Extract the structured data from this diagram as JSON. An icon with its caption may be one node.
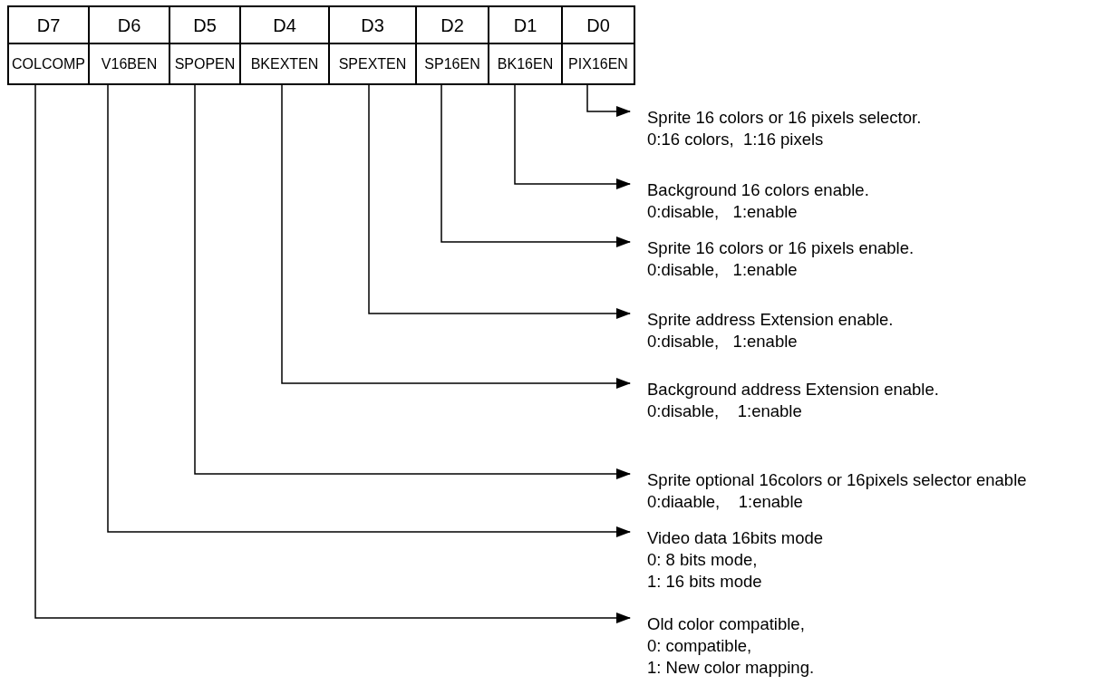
{
  "diagram": {
    "nodes": [
      {
        "text": [
          "COLCOMP"
        ]
      },
      {
        "text": [
          "V16BEN"
        ]
      },
      {
        "text": [
          "SPOPEN"
        ]
      },
      {
        "text": [
          "BKEXTEN"
        ]
      },
      {
        "text": [
          "SPEXTEN"
        ]
      },
      {
        "text": [
          "SP16EN"
        ]
      },
      {
        "text": [
          "BK16EN"
        ]
      },
      {
        "text": [
          "PIX16EN"
        ]
      },
      {
        "text": [
          "Sprite 16 colors or 16 pixels selector.",
          "0:16 colors,  1:16 pixels"
        ]
      },
      {
        "text": [
          "Background 16 colors enable.",
          "0:disable,   1:enable"
        ]
      },
      {
        "text": [
          "Sprite 16 colors or 16 pixels enable.",
          "0:disable,   1:enable"
        ]
      },
      {
        "text": [
          "Sprite address Extension enable.",
          "0:disable,   1:enable"
        ]
      },
      {
        "text": [
          "Background address Extension enable.",
          "0:disable,    1:enable"
        ]
      },
      {
        "text": [
          "Sprite optional 16colors or 16pixels selector enable",
          "0:diaable,    1:enable"
        ]
      },
      {
        "text": [
          "Video data 16bits mode",
          "0: 8 bits mode,",
          "1: 16 bits mode"
        ]
      },
      {
        "text": [
          "Old color compatible,",
          "0: compatible,",
          "1: New color mapping."
        ]
      }
    ],
    "edges": [
      {
        "from": 7,
        "to": 8,
        "arrow": "to"
      },
      {
        "from": 6,
        "to": 9,
        "arrow": "to"
      },
      {
        "from": 5,
        "to": 10,
        "arrow": "to"
      },
      {
        "from": 4,
        "to": 11,
        "arrow": "to"
      },
      {
        "from": 3,
        "to": 12,
        "arrow": "to"
      },
      {
        "from": 2,
        "to": 13,
        "arrow": "to"
      },
      {
        "from": 1,
        "to": 14,
        "arrow": "to"
      },
      {
        "from": 0,
        "to": 15,
        "arrow": "to"
      }
    ],
    "labels": [
      "D7",
      "D6",
      "D5",
      "D4",
      "D3",
      "D2",
      "D1",
      "D0"
    ]
  }
}
